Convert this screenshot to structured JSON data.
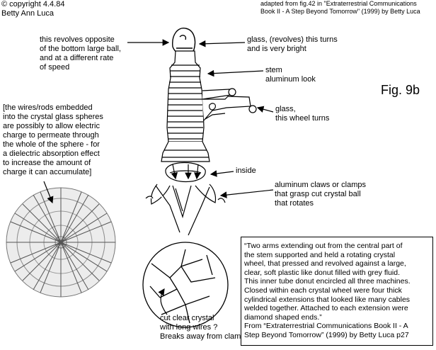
{
  "copyright": "© copyright 4.4.84\nBetty Ann Luca",
  "source_note": "adapted from fig.42 in \"Extraterrestrial Communications\nBook II - A Step Beyond Tomorrow\" (1999) by Betty Luca",
  "figure_label": "Fig. 9b",
  "labels": {
    "revolves": "this revolves opposite\nof the bottom large ball,\nand at a different rate\nof speed",
    "glass_top": "glass, (revolves) this turns\nand is very bright",
    "stem": "stem\naluminum look",
    "glass_wheel": "glass,\nthis wheel turns",
    "wires": "[the wires/rods embedded\ninto the crystal glass spheres\nare possibly to allow electric\ncharge to permeate through\nthe whole of the sphere - for\na dielectric absorption effect\nto increase the amount of\ncharge it can accumulate]",
    "inside": "inside",
    "claws": "aluminum claws or clamps\nthat grasp cut crystal ball\nthat rotates",
    "crystal": "cut clear crystal\nwith long wires ?\nBreaks away from clamps"
  },
  "quote": "“Two arms extending out from the central part of\nthe stem supported and held a rotating crystal\nwheel, that pressed and revolved against a large,\nclear, soft plastic like donut filled with grey fluid.\nThis inner tube donut encircled all three machines.\nClosed within each crystal wheel were four thick\ncylindrical extensions that looked like many cables\nwelded together. Attached to each extension were\ndiamond shaped ends.”\nFrom “Extraterrestrial Communications Book II - A\nStep Beyond Tomorrow” (1999) by Betty Luca p27"
}
